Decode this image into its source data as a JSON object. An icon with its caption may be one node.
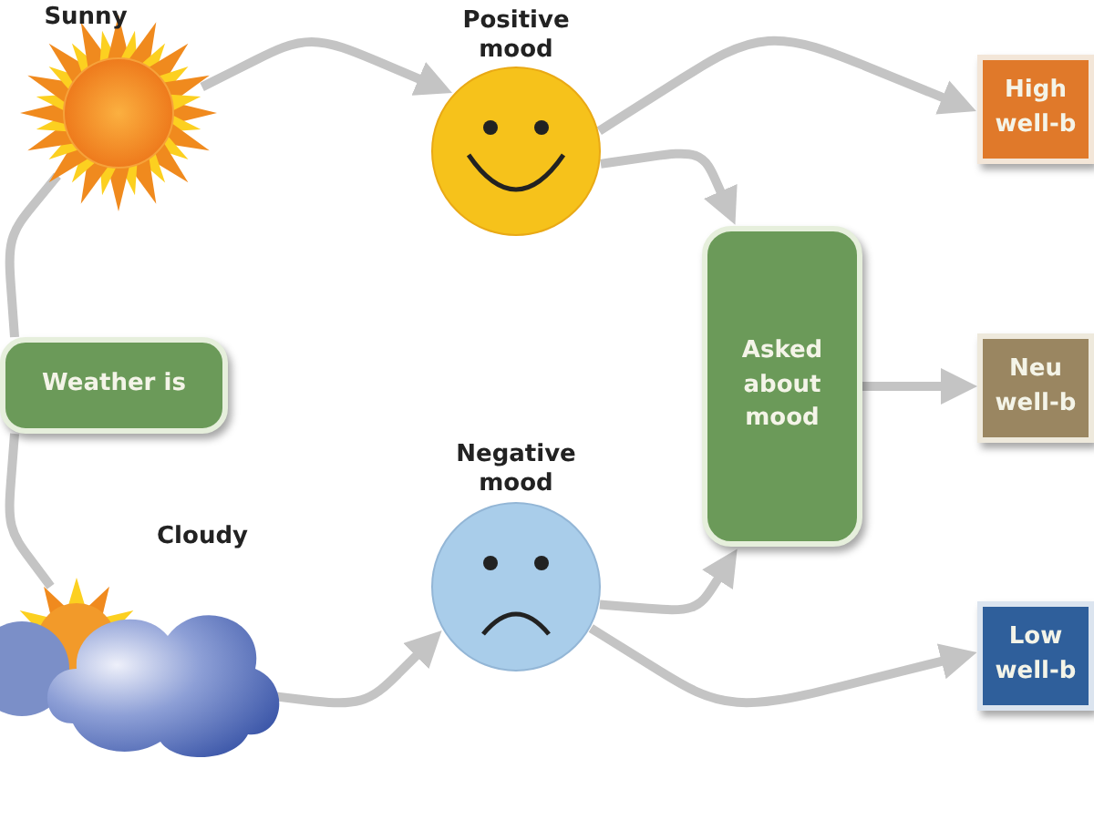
{
  "diagram": {
    "nodes": [
      {
        "text": [
          "Weather is"
        ]
      },
      {
        "text": [
          "Sunny"
        ]
      },
      {
        "text": [
          "Cloudy"
        ]
      },
      {
        "text": [
          "Positive mood"
        ]
      },
      {
        "text": [
          "Negative mood"
        ]
      },
      {
        "text": [
          "Asked about mood"
        ]
      },
      {
        "text": [
          "High well-b"
        ]
      },
      {
        "text": [
          "Neu well-b"
        ]
      },
      {
        "text": [
          "Low well-b"
        ]
      }
    ],
    "edges": [
      {
        "from": 0,
        "to": 1,
        "arrow": "none"
      },
      {
        "from": 0,
        "to": 2,
        "arrow": "none"
      },
      {
        "from": 1,
        "to": 3,
        "arrow": "to"
      },
      {
        "from": 2,
        "to": 4,
        "arrow": "to"
      },
      {
        "from": 3,
        "to": 6,
        "arrow": "to"
      },
      {
        "from": 3,
        "to": 5,
        "arrow": "to"
      },
      {
        "from": 5,
        "to": 7,
        "arrow": "to"
      },
      {
        "from": 4,
        "to": 5,
        "arrow": "to"
      },
      {
        "from": 4,
        "to": 8,
        "arrow": "to"
      }
    ]
  }
}
